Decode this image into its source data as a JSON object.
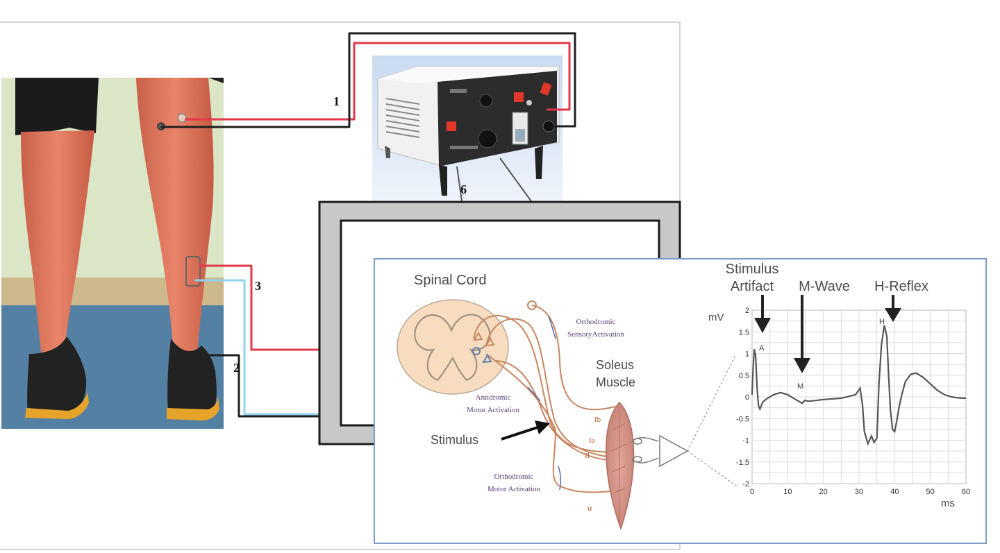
{
  "callouts": {
    "cable_1": "1",
    "cable_2": "2",
    "cable_3": "3",
    "cable_6": "6"
  },
  "diagram": {
    "spinal_cord": "Spinal Cord",
    "soleus_muscle_line1": "Soleus",
    "soleus_muscle_line2": "Muscle",
    "stimulus": "Stimulus",
    "orthodromic_sensory_line1": "Orthodromic",
    "orthodromic_sensory_line2": "SensoryActivation",
    "antidromic_motor_line1": "Antidromic",
    "antidromic_motor_line2": "Motor Activation",
    "orthodromic_motor_line1": "Orthodromic",
    "orthodromic_motor_line2": "Motor Activation",
    "fiber_ib": "Ib",
    "fiber_ia": "Ia",
    "fiber_ii": "II",
    "fiber_alpha": "α"
  },
  "chart_annotations": {
    "stimulus_artifact_line1": "Stimulus",
    "stimulus_artifact_line2": "Artifact",
    "m_wave": "M-Wave",
    "h_reflex": "H-Reflex",
    "point_a": "A",
    "point_m": "M",
    "point_h": "H"
  },
  "chart_data": {
    "type": "line",
    "xlabel": "ms",
    "ylabel": "mV",
    "xlim": [
      0,
      60
    ],
    "ylim": [
      -2,
      2
    ],
    "xticks": [
      0,
      10,
      20,
      30,
      40,
      50,
      60
    ],
    "yticks": [
      2,
      1.5,
      1,
      0.5,
      0,
      -0.5,
      -1,
      -1.5,
      -2
    ],
    "ytick_labels": [
      "2",
      "1.5",
      "1",
      "0.5",
      "0",
      "-0.5",
      "-1",
      "-1.5",
      "-2"
    ],
    "grid": true,
    "series": [
      {
        "x": [
          0,
          0.2,
          0.6,
          1.0,
          1.4,
          1.8,
          2.2,
          3,
          4,
          6,
          8,
          10,
          12,
          13.5,
          14,
          14.8,
          16,
          20,
          25,
          29,
          30.3,
          31,
          31.5,
          32.5,
          33.5,
          34.2,
          35,
          35.6,
          36.3,
          37.1,
          37.8,
          38.3,
          38.8,
          39.4,
          40,
          40.6,
          41.2,
          42,
          43,
          44.5,
          46,
          48,
          50,
          52,
          54,
          56,
          57.5,
          59,
          60
        ],
        "y": [
          0.05,
          0.5,
          1.1,
          0.95,
          0.2,
          -0.2,
          -0.28,
          -0.12,
          -0.05,
          0.05,
          0.1,
          0.05,
          -0.05,
          -0.12,
          -0.15,
          -0.08,
          -0.1,
          -0.06,
          -0.03,
          0.05,
          0.2,
          -0.2,
          -0.8,
          -1.08,
          -0.9,
          -1.05,
          -0.95,
          0.3,
          1.2,
          1.65,
          1.4,
          0.5,
          -0.3,
          -0.75,
          -0.8,
          -0.55,
          -0.25,
          0.05,
          0.35,
          0.52,
          0.55,
          0.45,
          0.3,
          0.15,
          0.05,
          0.0,
          -0.02,
          -0.03,
          -0.03
        ]
      }
    ]
  }
}
